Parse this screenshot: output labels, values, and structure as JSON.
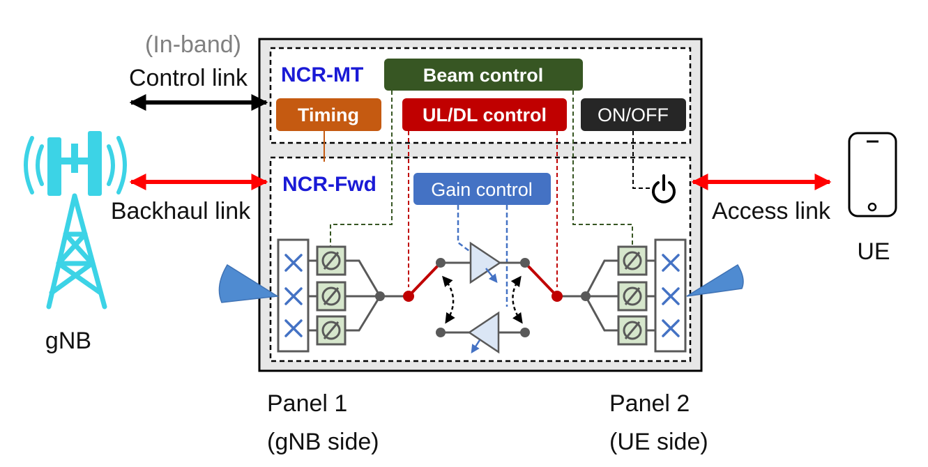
{
  "labels": {
    "in_band": "(In-band)",
    "control_link": "Control link",
    "backhaul_link": "Backhaul link",
    "access_link": "Access link",
    "gnb": "gNB",
    "ue": "UE",
    "panel1_line1": "Panel 1",
    "panel1_line2": "(gNB side)",
    "panel2_line1": "Panel 2",
    "panel2_line2": "(UE side)",
    "ncr_mt": "NCR-MT",
    "ncr_fwd": "NCR-Fwd"
  },
  "controls": {
    "beam_control": "Beam control",
    "timing": "Timing",
    "ul_dl_control": "UL/DL control",
    "on_off": "ON/OFF",
    "gain_control": "Gain control"
  },
  "colors": {
    "beam_control": "#375623",
    "timing": "#c55a11",
    "ul_dl_control": "#c00000",
    "on_off": "#262626",
    "gain_control": "#4472c4",
    "backhaul_arrow": "#ff0000",
    "control_arrow": "#000000",
    "access_arrow": "#ff0000",
    "gnb_tower": "#3cd3e6",
    "ncr_label": "#1a1ad6",
    "antenna_beam": "#4f8bd1",
    "phase_shifter_fill": "#d6e6cc"
  },
  "icons": {
    "gnb": "cell-tower-icon",
    "ue": "smartphone-icon",
    "power": "power-icon",
    "amplifier": "amplifier-icon",
    "phase_shifter": "phase-shifter-icon",
    "antenna_element": "antenna-element-icon",
    "beam": "antenna-beam-icon",
    "switch": "rf-switch-icon"
  }
}
